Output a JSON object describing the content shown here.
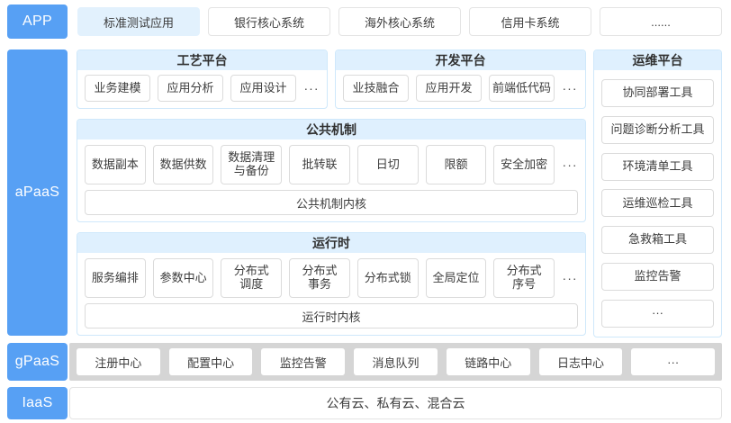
{
  "colors": {
    "accent_blue": "#57a0f4",
    "panel_header_bg": "#dff0fe",
    "panel_border": "#cfe8fb",
    "highlight_box_bg": "#e2f1fd",
    "box_border": "#dbdbdb",
    "gpaas_track_bg": "#d5d5d5"
  },
  "app_row": {
    "label": "APP",
    "items": [
      "标准测试应用",
      "银行核心系统",
      "海外核心系统",
      "信用卡系统",
      "......"
    ]
  },
  "apaas": {
    "label": "aPaaS",
    "craft_platform": {
      "title": "工艺平台",
      "items": [
        "业务建模",
        "应用分析",
        "应用设计"
      ],
      "more": "···"
    },
    "dev_platform": {
      "title": "开发平台",
      "items": [
        "业技融合",
        "应用开发",
        "前端低代码"
      ],
      "more": "···"
    },
    "ops_platform": {
      "title": "运维平台",
      "items": [
        "协同部署工具",
        "问题诊断分析工具",
        "环境清单工具",
        "运维巡检工具",
        "急救箱工具",
        "监控告警",
        "···"
      ]
    },
    "common_mechanism": {
      "title": "公共机制",
      "items": [
        "数据副本",
        "数据供数",
        "数据清理\n与备份",
        "批转联",
        "日切",
        "限额",
        "安全加密"
      ],
      "more": "···",
      "kernel": "公共机制内核"
    },
    "runtime": {
      "title": "运行时",
      "items": [
        "服务编排",
        "参数中心",
        "分布式\n调度",
        "分布式\n事务",
        "分布式锁",
        "全局定位",
        "分布式\n序号"
      ],
      "more": "···",
      "kernel": "运行时内核"
    }
  },
  "gpaas": {
    "label": "gPaaS",
    "items": [
      "注册中心",
      "配置中心",
      "监控告警",
      "消息队列",
      "链路中心",
      "日志中心",
      "···"
    ]
  },
  "iaas": {
    "label": "IaaS",
    "content": "公有云、私有云、混合云"
  }
}
